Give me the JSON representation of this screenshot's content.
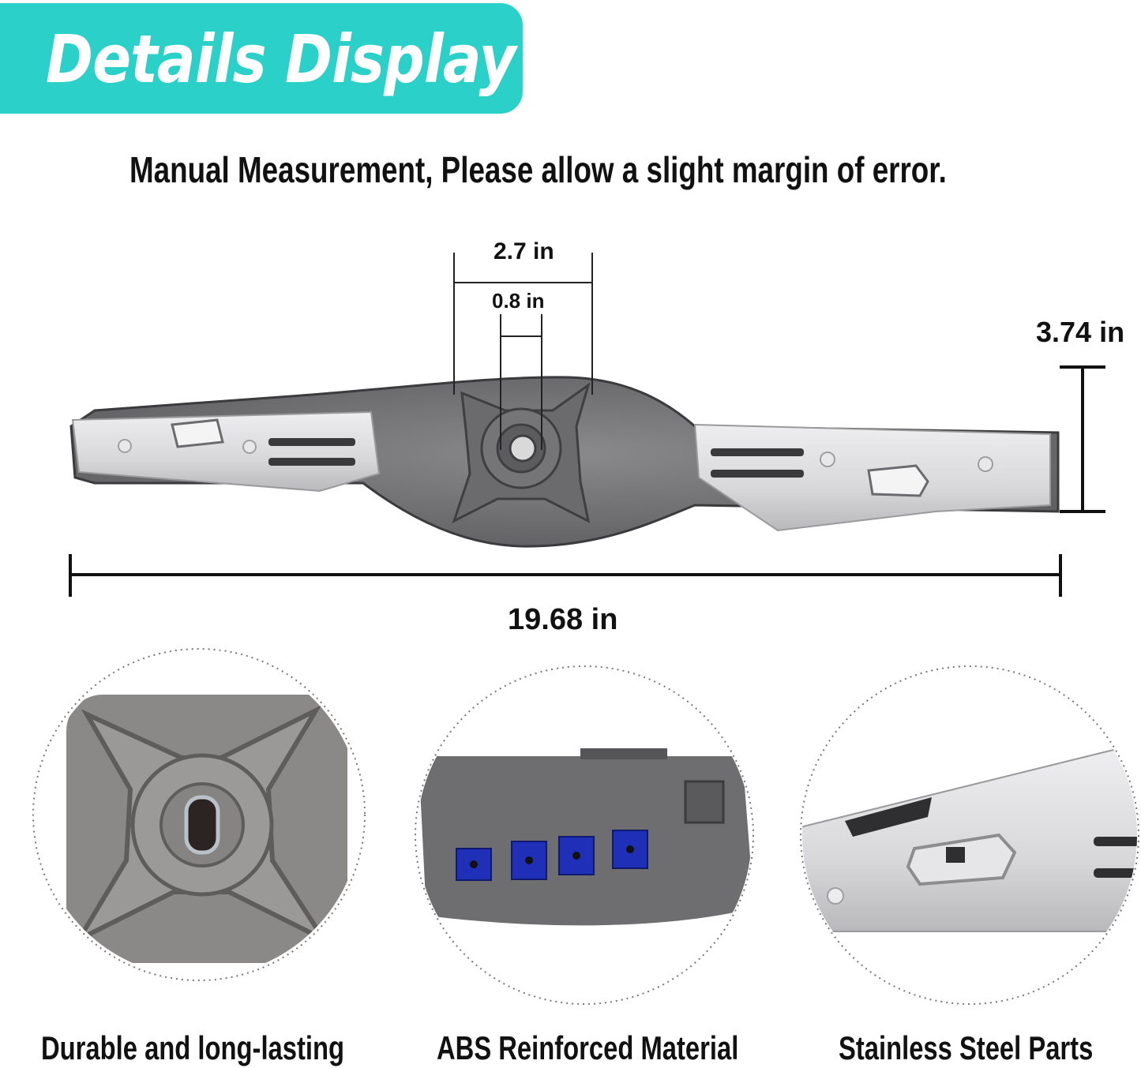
{
  "banner": {
    "title": "Details Display"
  },
  "subtitle": "Manual Measurement, Please allow a slight margin of error.",
  "dimensions": {
    "hub_width": "2.7 in",
    "shaft_width": "0.8 in",
    "height": "3.74 in",
    "length": "19.68 in"
  },
  "features": [
    {
      "label": "Durable and long-lasting"
    },
    {
      "label": "ABS Reinforced Material"
    },
    {
      "label": "Stainless Steel Parts"
    }
  ],
  "colors": {
    "accent": "#2bd1c8",
    "plastic_grey": "#6f6f70",
    "steel": "#dcdcde",
    "clip_blue": "#1f2fb8"
  }
}
